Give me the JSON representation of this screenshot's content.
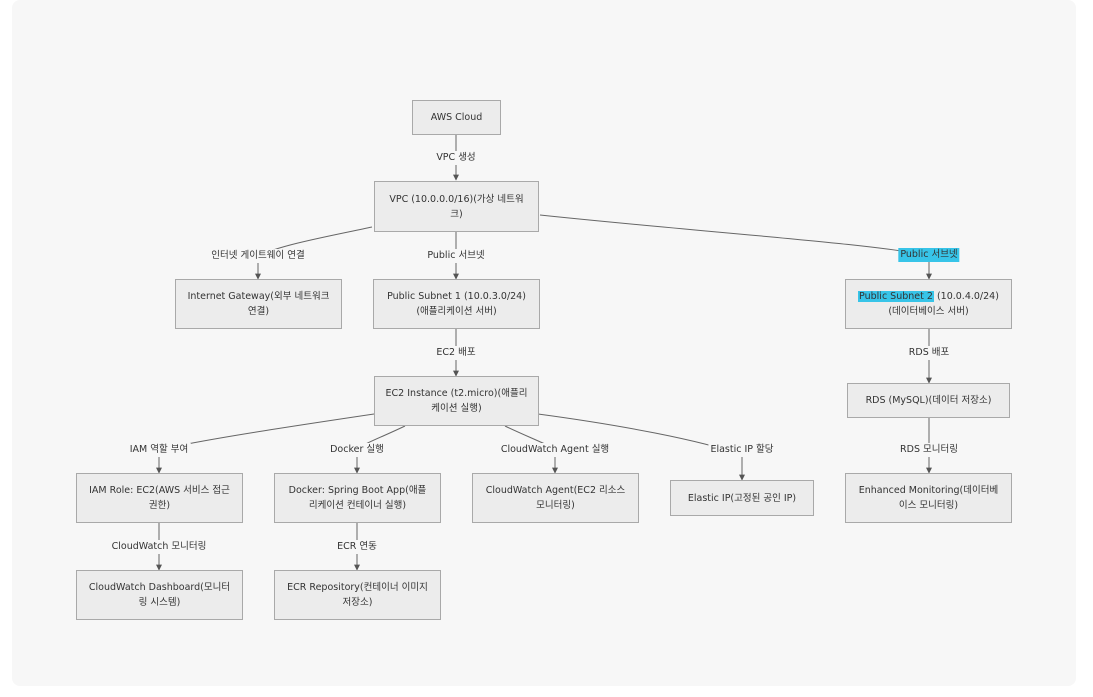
{
  "nodes": {
    "aws_cloud": "AWS Cloud",
    "vpc": "VPC (10.0.0.0/16)(가상 네트워크)",
    "igw": "Internet Gateway(외부 네트워크 연결)",
    "subnet1": "Public Subnet 1 (10.0.3.0/24)(애플리케이션 서버)",
    "subnet2_a": "Public Subnet 2",
    "subnet2_b": " (10.0.4.0/24)(데이터베이스 서버)",
    "ec2": "EC2 Instance (t2.micro)(애플리케이션 실행)",
    "rds": "RDS (MySQL)(데이터 저장소)",
    "iam": "IAM Role: EC2(AWS 서비스 접근 권한)",
    "docker": "Docker: Spring Boot App(애플리케이션 컨테이너 실행)",
    "cw_agent": "CloudWatch Agent(EC2 리소스 모니터링)",
    "eip": "Elastic IP(고정된 공인 IP)",
    "enhanced": "Enhanced Monitoring(데이터베이스 모니터링)",
    "cw_dash": "CloudWatch Dashboard(모니터링 시스템)",
    "ecr": "ECR Repository(컨테이너 이미지 저장소)"
  },
  "edges": {
    "vpc_create": "VPC 생성",
    "igw_connect": "인터넷 게이트웨이 연결",
    "public_subnet_1": "Public 서브넷",
    "public_subnet_2": "Public 서브넷",
    "ec2_deploy": "EC2 배포",
    "rds_deploy": "RDS 배포",
    "iam_assign": "IAM 역할 부여",
    "docker_run": "Docker 실행",
    "cw_agent_run": "CloudWatch Agent 실행",
    "eip_assign": "Elastic IP 할당",
    "rds_monitor": "RDS 모니터링",
    "cw_monitor": "CloudWatch 모니터링",
    "ecr_link": "ECR 연동"
  },
  "colors": {
    "highlight": "#37c4e8",
    "node_fill": "#ececec",
    "node_border": "#a9a9a9",
    "edge": "#555555",
    "panel": "#f7f7f7"
  }
}
